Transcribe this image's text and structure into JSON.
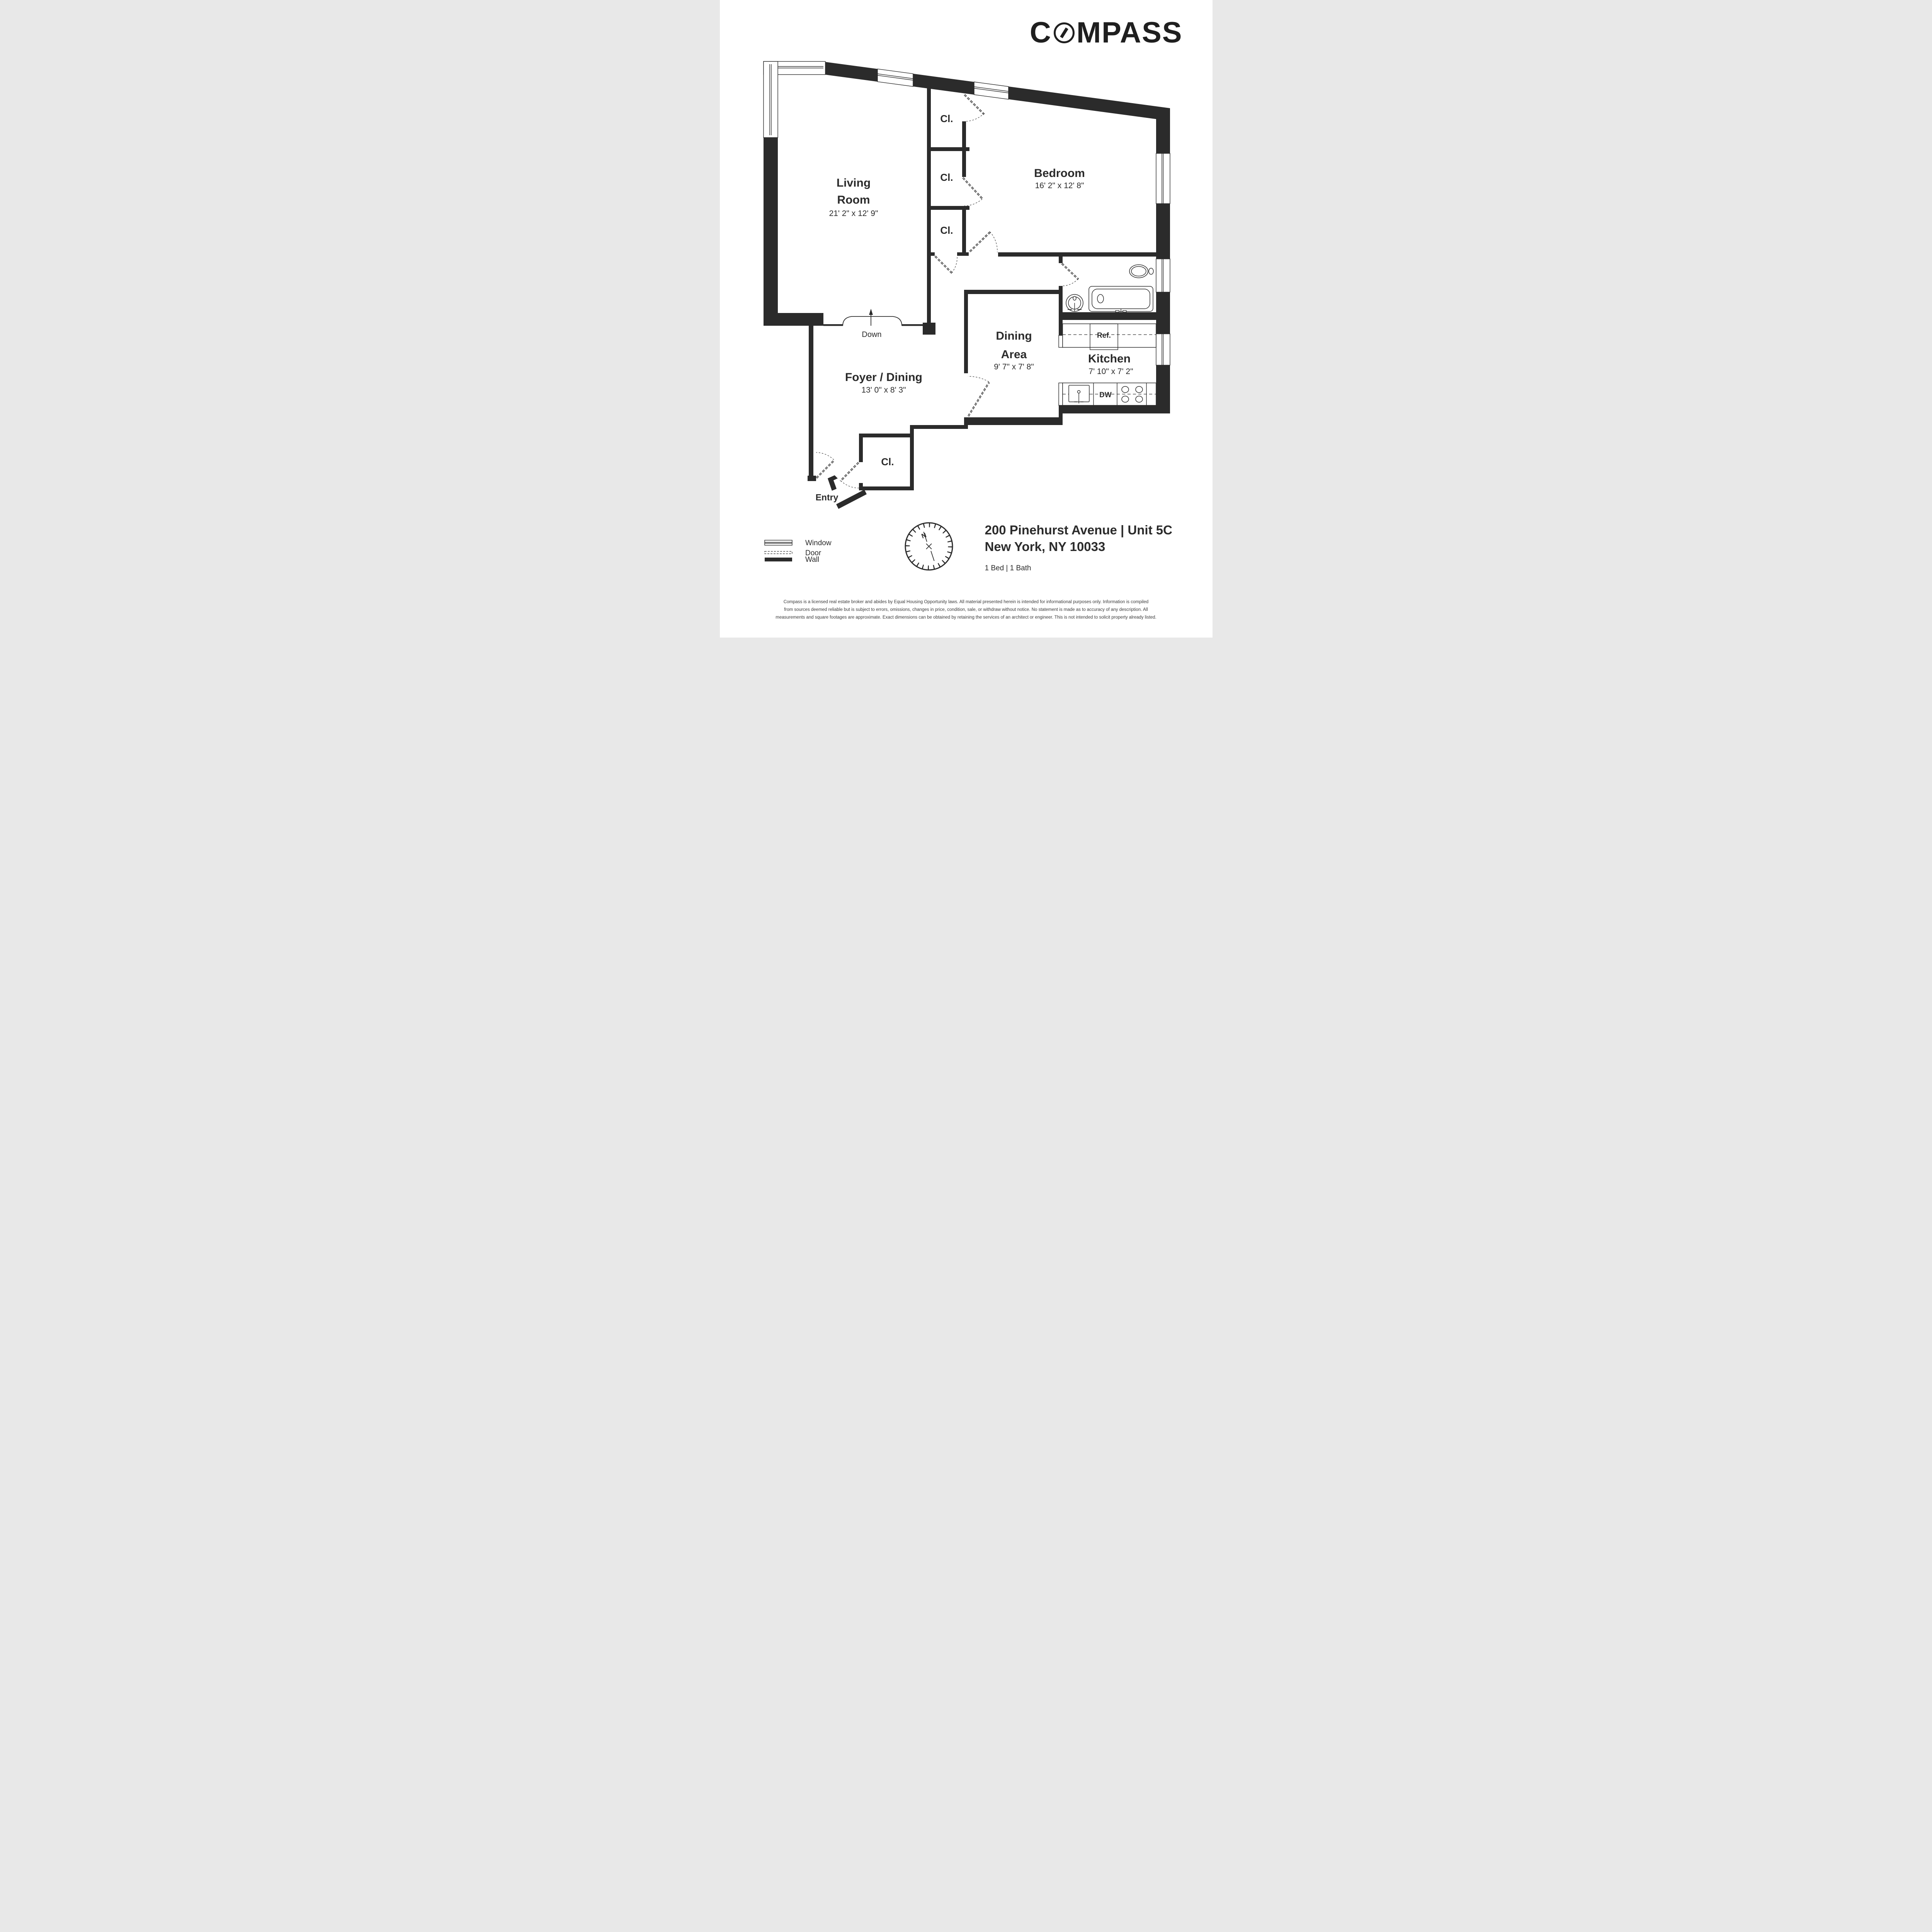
{
  "colors": {
    "ink": "#2b2b2b",
    "paper": "#ffffff"
  },
  "logo": {
    "prefix": "C",
    "suffix": "MPASS"
  },
  "rooms": {
    "living": {
      "line1": "Living",
      "line2": "Room",
      "dims": "21' 2\" x 12' 9\""
    },
    "bedroom": {
      "name": "Bedroom",
      "dims": "16' 2\" x 12' 8\""
    },
    "dining": {
      "line1": "Dining",
      "line2": "Area",
      "dims": "9' 7\" x 7' 8\""
    },
    "kitchen": {
      "name": "Kitchen",
      "dims": "7' 10\" x 7' 2\""
    },
    "foyer": {
      "name": "Foyer / Dining",
      "dims": "13' 0\" x 8' 3\""
    }
  },
  "labels": {
    "closet": "Cl.",
    "refrigerator": "Ref.",
    "dishwasher": "DW",
    "down": "Down",
    "entry": "Entry",
    "north": "N"
  },
  "legend": {
    "window": "Window",
    "door": "Door",
    "wall": "Wall"
  },
  "address": {
    "line1": "200 Pinehurst Avenue | Unit 5C",
    "line2": "New York, NY 10033",
    "meta": "1 Bed | 1 Bath"
  },
  "disclaimer": {
    "line1": "Compass is a licensed real estate broker and abides by Equal Housing Opportunity laws. All material presented herein is intended for informational purposes only. Information is compiled",
    "line2": "from sources deemed reliable but is subject to errors, omissions, changes in price, condition, sale, or withdraw without notice. No statement is made as to accuracy of any description. All",
    "line3": "measurements and square footages are approximate. Exact dimensions can be obtained by retaining the services of an architect or engineer. This is not intended to solicit property already listed."
  }
}
